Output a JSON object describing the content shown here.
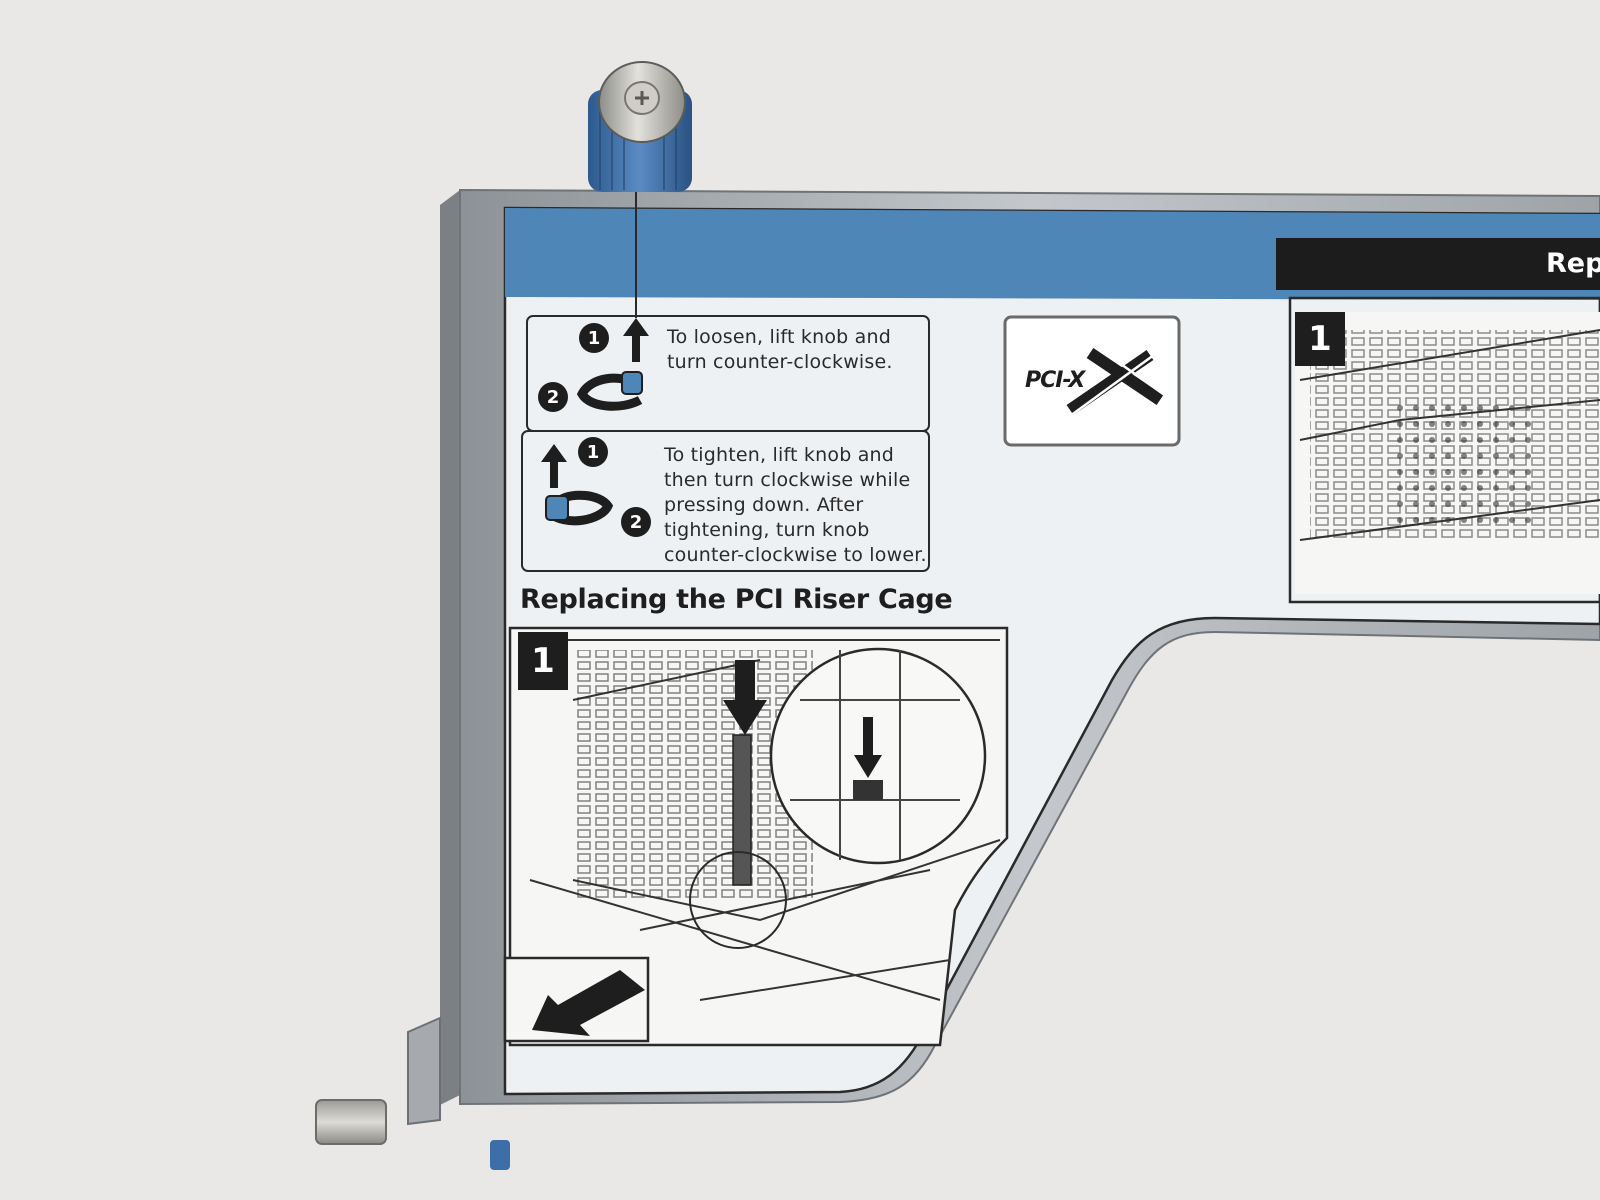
{
  "colors": {
    "background": "#e9e8e6",
    "label_blue": "#4f86b8",
    "label_white": "#eef1f3",
    "metal": "#aeb2b6",
    "ink": "#1e1e1e",
    "knob_blue": "#3e6ea8"
  },
  "instructions": {
    "loosen": {
      "step1_badge": "1",
      "step2_badge": "2",
      "text": "To loosen, lift knob and\nturn counter-clockwise."
    },
    "tighten": {
      "step1_badge": "1",
      "step2_badge": "2",
      "text": "To tighten, lift knob and\nthen turn clockwise while\npressing down. After\ntightening, turn knob\ncounter-clockwise to lower."
    }
  },
  "logo": {
    "text": "PCI-X"
  },
  "heading": "Replacing the PCI Riser Cage",
  "panel_left": {
    "step_number": "1"
  },
  "panel_right": {
    "step_number": "1",
    "title": "Rep"
  },
  "icons": [
    "thumbscrew-knob-icon",
    "up-arrow-icon",
    "rotate-ccw-icon",
    "rotate-cw-icon",
    "down-left-arrow-icon",
    "down-arrow-icon",
    "pci-x-logo"
  ]
}
